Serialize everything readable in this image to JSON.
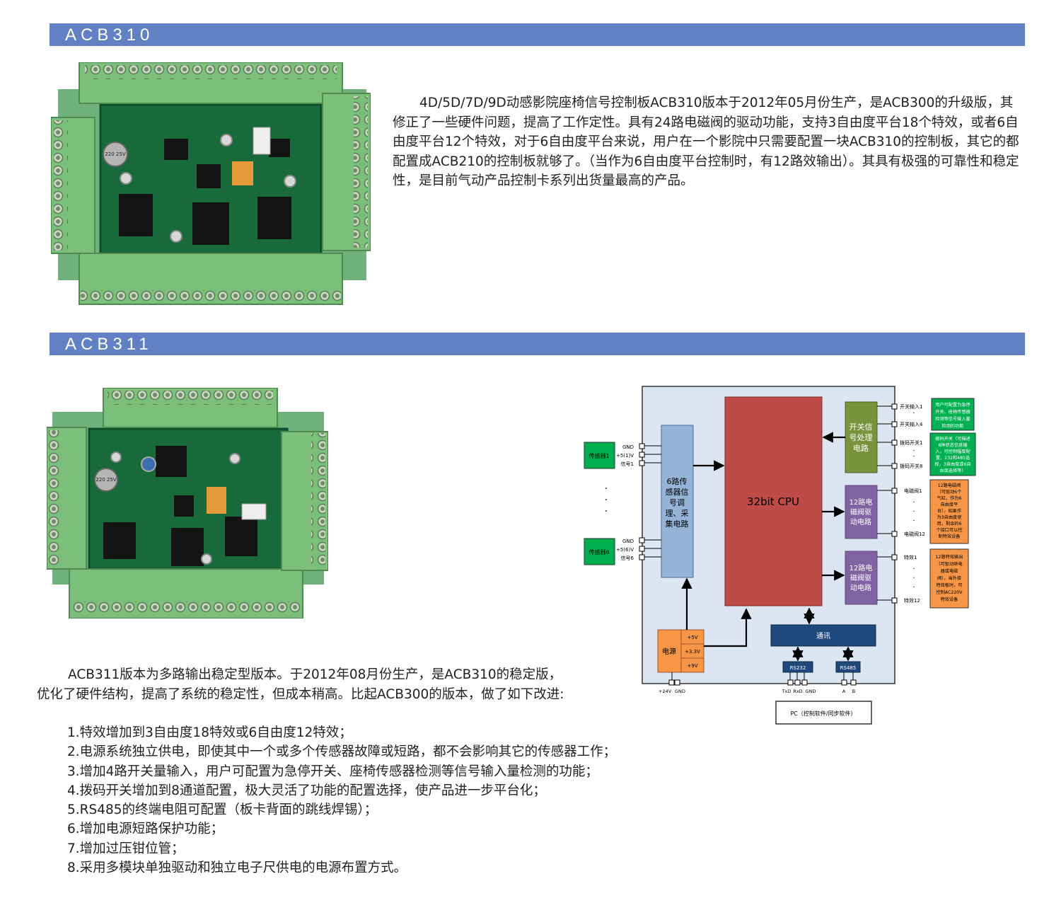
{
  "sections": [
    {
      "title": "ACB310",
      "description": "4D/5D/7D/9D动感影院座椅信号控制板ACB310版本于2012年05月份生产，是ACB300的升级版，其修正了一些硬件问题，提高了工作定性。具有24路电磁阀的驱动功能，支持3自由度平台18个特效，或者6自由度平台12个特效，对于6自由度平台来说，用户在一个影院中只需要配置一块ACB310的控制板，其它的都配置成ACB210的控制板就够了。（当作为6自由度平台控制时，有12路效输出）。其具有极强的可靠性和稳定性，是目前气动产品控制卡系列出货量最高的产品。",
      "chip_label": "220 25V"
    },
    {
      "title": "ACB311",
      "description": "ACB311版本为多路输出稳定型版本。于2012年08月份生产，是ACB310的稳定版，优化了硬件结构，提高了系统的稳定性，但成本稍高。比起ACB300的版本，做了如下改进:",
      "chip_label": "220 25V",
      "improvements": [
        "1.特效增加到3自由度18特效或6自由度12特效；",
        "2.电源系统独立供电，即使其中一个或多个传感器故障或短路，都不会影响其它的传感器工作；",
        "3.增加4路开关量输入，用户可配置为急停开关、座椅传感器检测等信号输入量检测的功能；",
        "4.拨码开关增加到8通道配置，极大灵活了功能的配置选择，使产品进一步平台化；",
        "5.RS485的终端电阻可配置（板卡背面的跳线焊锡）；",
        "6.增加电源短路保护功能；",
        "7.增加过压钳位管；",
        "8.采用多模块单独驱动和独立电子尺供电的电源布置方式。"
      ]
    }
  ],
  "diagram": {
    "cpu": "32bit CPU",
    "sensor_block": [
      "6路传",
      "感器信",
      "号调",
      "理、采",
      "集电路"
    ],
    "sensor1": "传感器1",
    "sensor6": "传感器6",
    "sensor_pins1": [
      "GND",
      "+5(1)V",
      "信号1"
    ],
    "sensor_pins6": [
      "GND",
      "+5(6)V",
      "信号6"
    ],
    "switch_block": [
      "开关信",
      "号处理",
      "电路"
    ],
    "valve_block_a": [
      "12路电",
      "磁阀驱",
      "动电路"
    ],
    "valve_block_b": [
      "12路电",
      "磁阀驱",
      "动电路"
    ],
    "pins_switch": [
      "开关输入1",
      "开关输入4"
    ],
    "pins_dip": [
      "拨码开关1",
      "拨码开关8"
    ],
    "pins_valve": [
      "电磁阀1",
      "电磁阀12"
    ],
    "pins_effect": [
      "特效1",
      "特效12"
    ],
    "note_switch": [
      "用户可配置为急停",
      "开关、座椅传感器",
      "检测等信号输入量",
      "检测的功能"
    ],
    "note_dip": [
      "拨码开关（可描述",
      "8种状态信息输",
      "入，可控制幅度配",
      "置，232和485选",
      "择，3自由度或6自",
      "由度选择等）"
    ],
    "note_valve": [
      "12路电磁阀",
      "（可驱动6个",
      "气缸，作为6",
      "自由度平",
      "台），如果作",
      "为3自由度使",
      "用，剩余的6",
      "个接口可以控",
      "制特效设备"
    ],
    "note_effect": [
      "12路特效输出",
      "（可驱动继电",
      "器或电磁",
      "阀），当外接",
      "特效板时，可",
      "控制AC220V",
      "特效设备"
    ],
    "power": "电源",
    "rails": [
      "+5V",
      "+3.3V",
      "+9V"
    ],
    "power_pins": [
      "+24V",
      "GND"
    ],
    "comm": "通讯",
    "rs232": "RS232",
    "rs485": "RS485",
    "rs232_pins": [
      "TxD",
      "RxD",
      "GND"
    ],
    "rs485_pins": [
      "A",
      "B"
    ],
    "pc": "PC（控制软件/同步软件）",
    "colors": {
      "section_bar": "#6181c4",
      "cpu": "#be4b48",
      "sensor_block": "#95b3d7",
      "switch_block": "#77933c",
      "valve_block": "#8064a2",
      "note_green": "#00b050",
      "note_orange": "#f79646",
      "comm": "#1f497d",
      "sensor_box": "#00b050",
      "diagram_bg": "#dce6f2"
    }
  }
}
